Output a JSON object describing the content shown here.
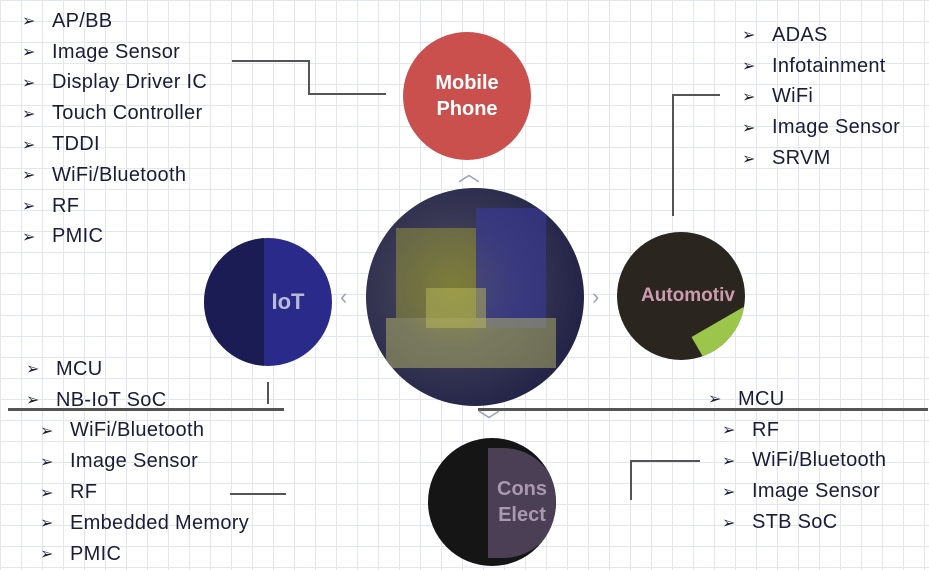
{
  "nodes": {
    "mobile": "Mobile\nPhone",
    "iot": "IoT",
    "automotive": "Automotiv",
    "consumer": "Cons\nElect"
  },
  "lists": {
    "mobile": [
      "AP/BB",
      "Image Sensor",
      "Display Driver IC",
      "Touch Controller",
      "TDDI",
      "WiFi/Bluetooth",
      "RF",
      "PMIC"
    ],
    "automotive": [
      "ADAS",
      "Infotainment",
      "WiFi",
      "Image Sensor",
      "SRVM"
    ],
    "iot": [
      "MCU",
      "NB-IoT SoC",
      "WiFi/Bluetooth",
      "Image Sensor",
      "RF",
      "Embedded Memory",
      "PMIC"
    ],
    "consumer": [
      "MCU",
      "RF",
      "WiFi/Bluetooth",
      "Image Sensor",
      "STB SoC"
    ]
  },
  "bullet": "➢",
  "colors": {
    "mobile": "#c9504c",
    "iot": "#2a2a8a",
    "automotive": "#2b2520",
    "consumer": "#151515",
    "text": "#1c1c3a"
  }
}
